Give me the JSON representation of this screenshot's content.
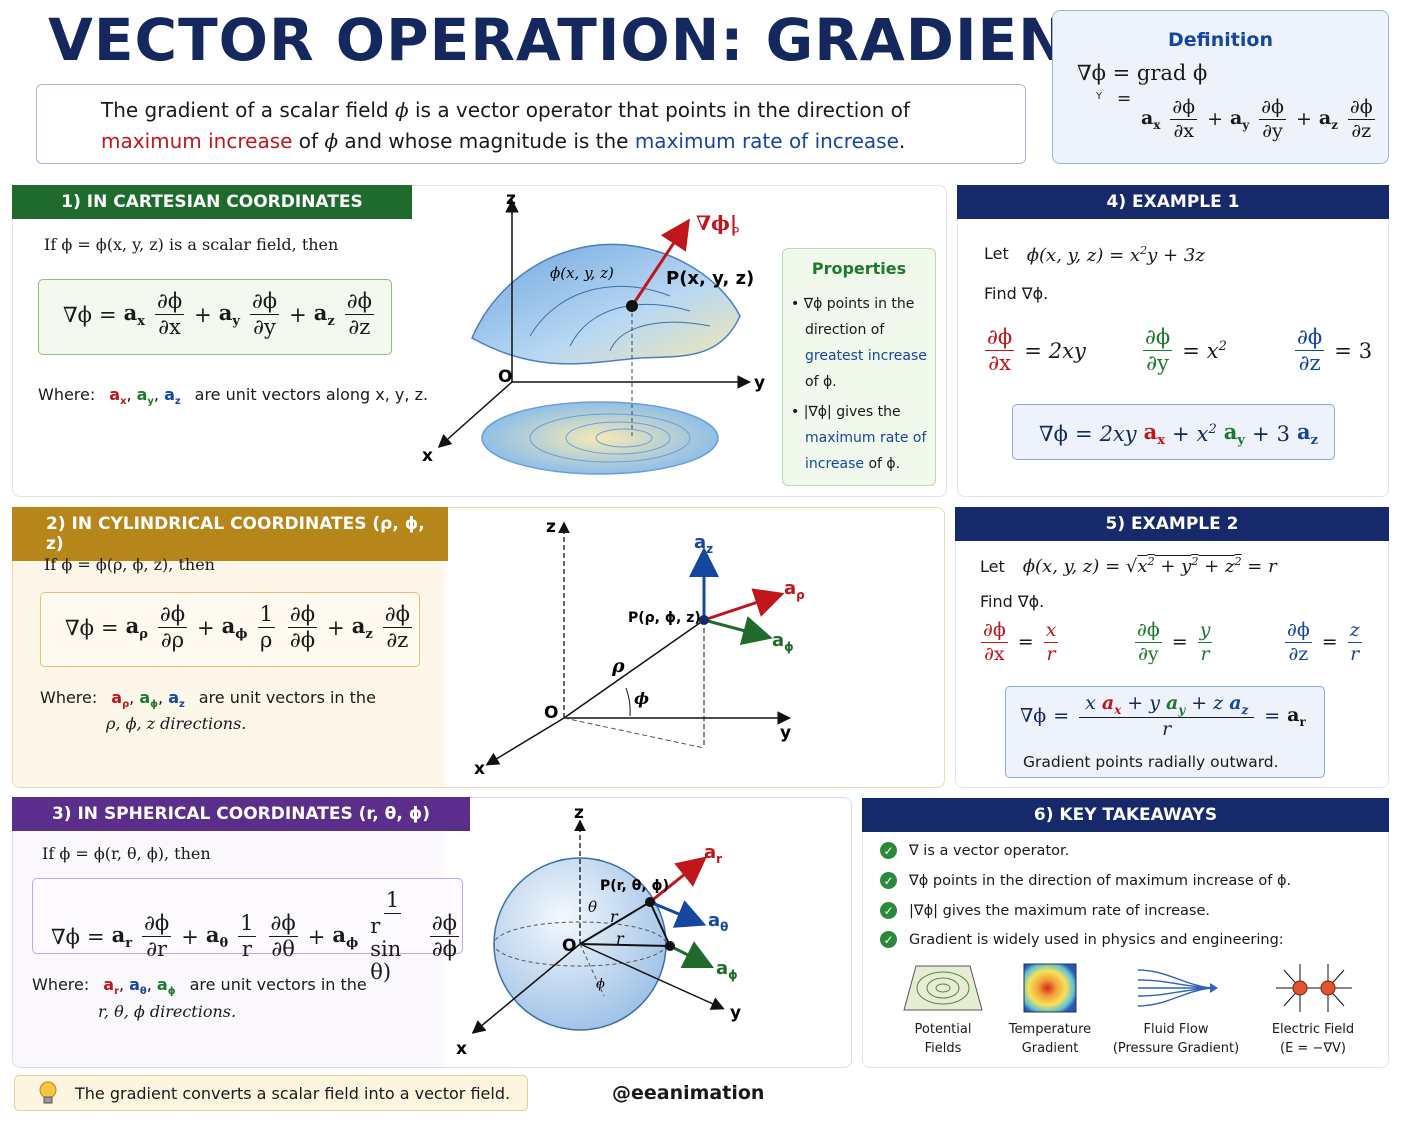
{
  "title": "VECTOR OPERATION: GRADIENT (∇)",
  "intro": {
    "part1": "The gradient of a scalar field ",
    "phi": "ϕ",
    "part2": " is a vector operator that points in the direction of",
    "highlight1": "maximum increase",
    "part3": " of ",
    "part4": " and whose magnitude is the ",
    "highlight2": "maximum rate of increase",
    "part5": "."
  },
  "definition": {
    "title": "Definition",
    "line1": "∇ϕ  =  grad ϕ",
    "eq_mark": "=",
    "y_mark": "Y"
  },
  "sections": {
    "cartesian": {
      "header": "1) IN CARTESIAN COORDINATES",
      "intro": "If  ϕ  =  ϕ(x, y, z)  is a scalar field, then",
      "where_label": "Where:",
      "where_text": "are unit vectors along  x,  y,  z."
    },
    "cylindrical": {
      "header": "2) IN CYLINDRICAL COORDINATES (ρ, ϕ, z)",
      "intro": "If  ϕ  =  ϕ(ρ, ϕ, z),  then",
      "where_label": "Where:",
      "where_text1": "are unit vectors in the",
      "where_text2": "ρ,  ϕ,  z  directions."
    },
    "spherical": {
      "header": "3) IN SPHERICAL COORDINATES (r, θ, ϕ)",
      "intro": "If  ϕ  =  ϕ(r, θ, ϕ),  then",
      "where_label": "Where:",
      "where_text1": "are unit vectors in the",
      "where_text2": "r,  θ,  ϕ  directions."
    },
    "example1": {
      "header": "4) EXAMPLE 1",
      "let_label": "Let",
      "find": "Find  ∇ϕ."
    },
    "example2": {
      "header": "5) EXAMPLE 2",
      "let_label": "Let",
      "find": "Find  ∇ϕ.",
      "note": "Gradient points radially outward."
    },
    "takeaways": {
      "header": "6) KEY TAKEAWAYS",
      "items": [
        "∇  is a vector operator.",
        "∇ϕ  points in the direction of maximum increase of  ϕ.",
        "|∇ϕ|  gives the maximum rate of increase.",
        "Gradient is widely used in physics and engineering:"
      ],
      "apps": [
        {
          "line1": "Potential",
          "line2": "Fields"
        },
        {
          "line1": "Temperature",
          "line2": "Gradient"
        },
        {
          "line1": "Fluid Flow",
          "line2": "(Pressure Gradient)"
        },
        {
          "line1": "Electric Field",
          "line2": "(E = −∇V)"
        }
      ]
    }
  },
  "properties": {
    "title": "Properties",
    "p1_a": "• ∇ϕ points in the",
    "p1_b": "direction of",
    "p1_c": "greatest increase",
    "p1_d": "of ϕ.",
    "p2_a": "• |∇ϕ| gives the",
    "p2_b": "maximum rate of",
    "p2_c": "increase",
    "p2_d": " of ϕ."
  },
  "figure1": {
    "surface_label": "ϕ(x, y, z)",
    "point_label": "P(x, y, z)",
    "grad_label": "∇ϕ|",
    "grad_sub": "P",
    "axis_x": "x",
    "axis_y": "y",
    "axis_z": "z",
    "origin": "O"
  },
  "figure2": {
    "point_label": "P(ρ, ϕ, z)",
    "rho": "ρ",
    "phi": "ϕ",
    "az": "a",
    "az_sub": "z",
    "arho": "a",
    "arho_sub": "ρ",
    "aphi": "a",
    "aphi_sub": "ϕ",
    "axis_x": "x",
    "axis_y": "y",
    "axis_z": "z",
    "origin": "O"
  },
  "figure3": {
    "point_label": "P(r, θ, ϕ)",
    "theta": "θ",
    "r": "r",
    "phi": "ϕ",
    "ar": "a",
    "ar_sub": "r",
    "atheta": "a",
    "atheta_sub": "θ",
    "aphi": "a",
    "aphi_sub": "ϕ",
    "axis_x": "x",
    "axis_y": "y",
    "axis_z": "z",
    "origin": "O"
  },
  "footer": {
    "tip": "The gradient converts a scalar field into a vector field.",
    "credit": "@eeanimation"
  },
  "colors": {
    "title": "#15285e",
    "red": "#c0161c",
    "blue": "#1547a0",
    "green": "#1f6b2e",
    "navy": "#16296a",
    "gold": "#b7861b",
    "purple": "#5a2e8a"
  }
}
